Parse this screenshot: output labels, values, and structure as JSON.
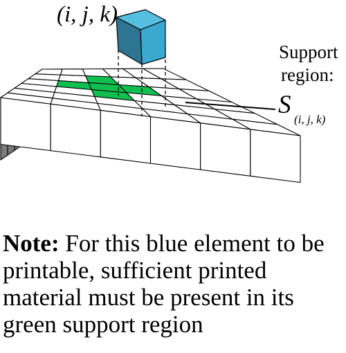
{
  "element_label": "(i, j, k)",
  "support_label_line1": "Support",
  "support_label_line2": "region:",
  "support_symbol": "S",
  "support_subscript": "(i, j, k)",
  "note_heading": "Note:",
  "note_body": "For this blue element to be printable, sufficient printed material must be present in its green support region",
  "colors": {
    "cube_top": "#56bfe0",
    "cube_front": "#3aa9cf",
    "cube_side": "#2d7592",
    "support": "#0fbf4f",
    "tile": "#ffffff",
    "side_light": "#ffffff",
    "side_dark": "#7a7a7a"
  }
}
